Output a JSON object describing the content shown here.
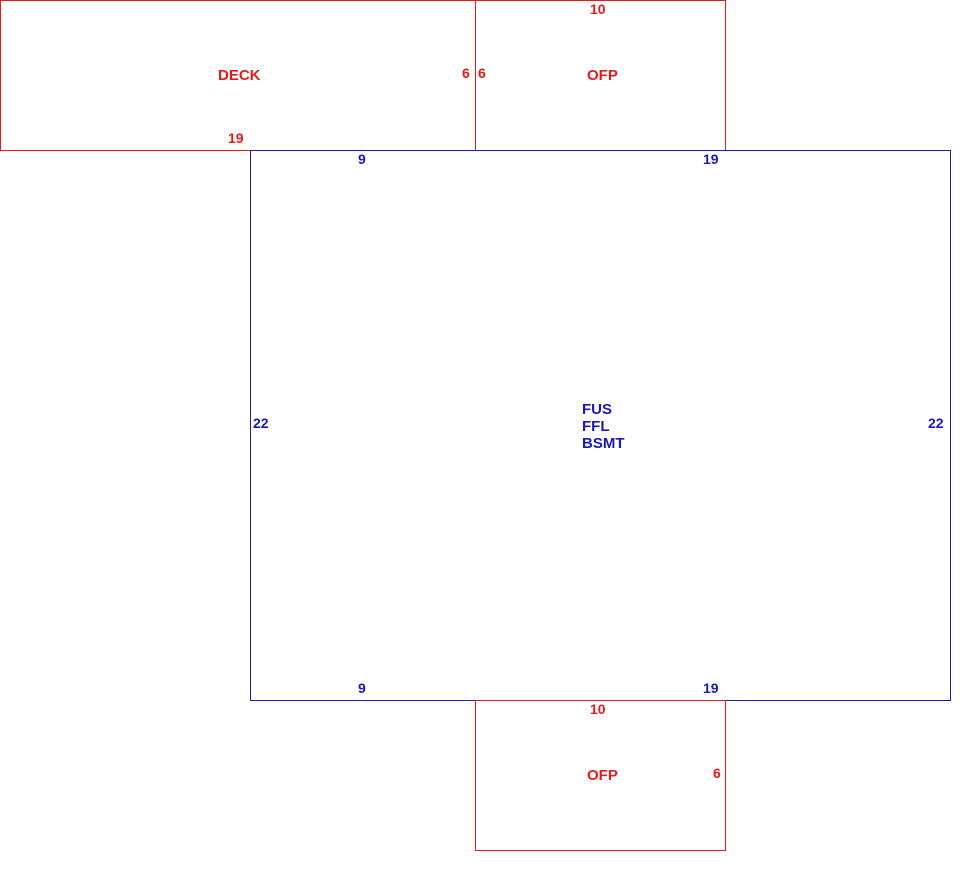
{
  "colors": {
    "addition": "#e41b1b",
    "main_structure": "#1a1ab8"
  },
  "deck": {
    "label": "DECK",
    "dim_right": "6",
    "dim_bottom": "19"
  },
  "porch_top": {
    "label": "OFP",
    "dim_top": "10",
    "dim_left": "6"
  },
  "main_house": {
    "lines": [
      "FUS",
      "FFL",
      "BSMT"
    ],
    "dim_top_left": "9",
    "dim_top_right": "19",
    "dim_left": "22",
    "dim_right": "22",
    "dim_bottom_left": "9",
    "dim_bottom_right": "19"
  },
  "porch_bottom": {
    "label": "OFP",
    "dim_top": "10",
    "dim_right": "6"
  }
}
